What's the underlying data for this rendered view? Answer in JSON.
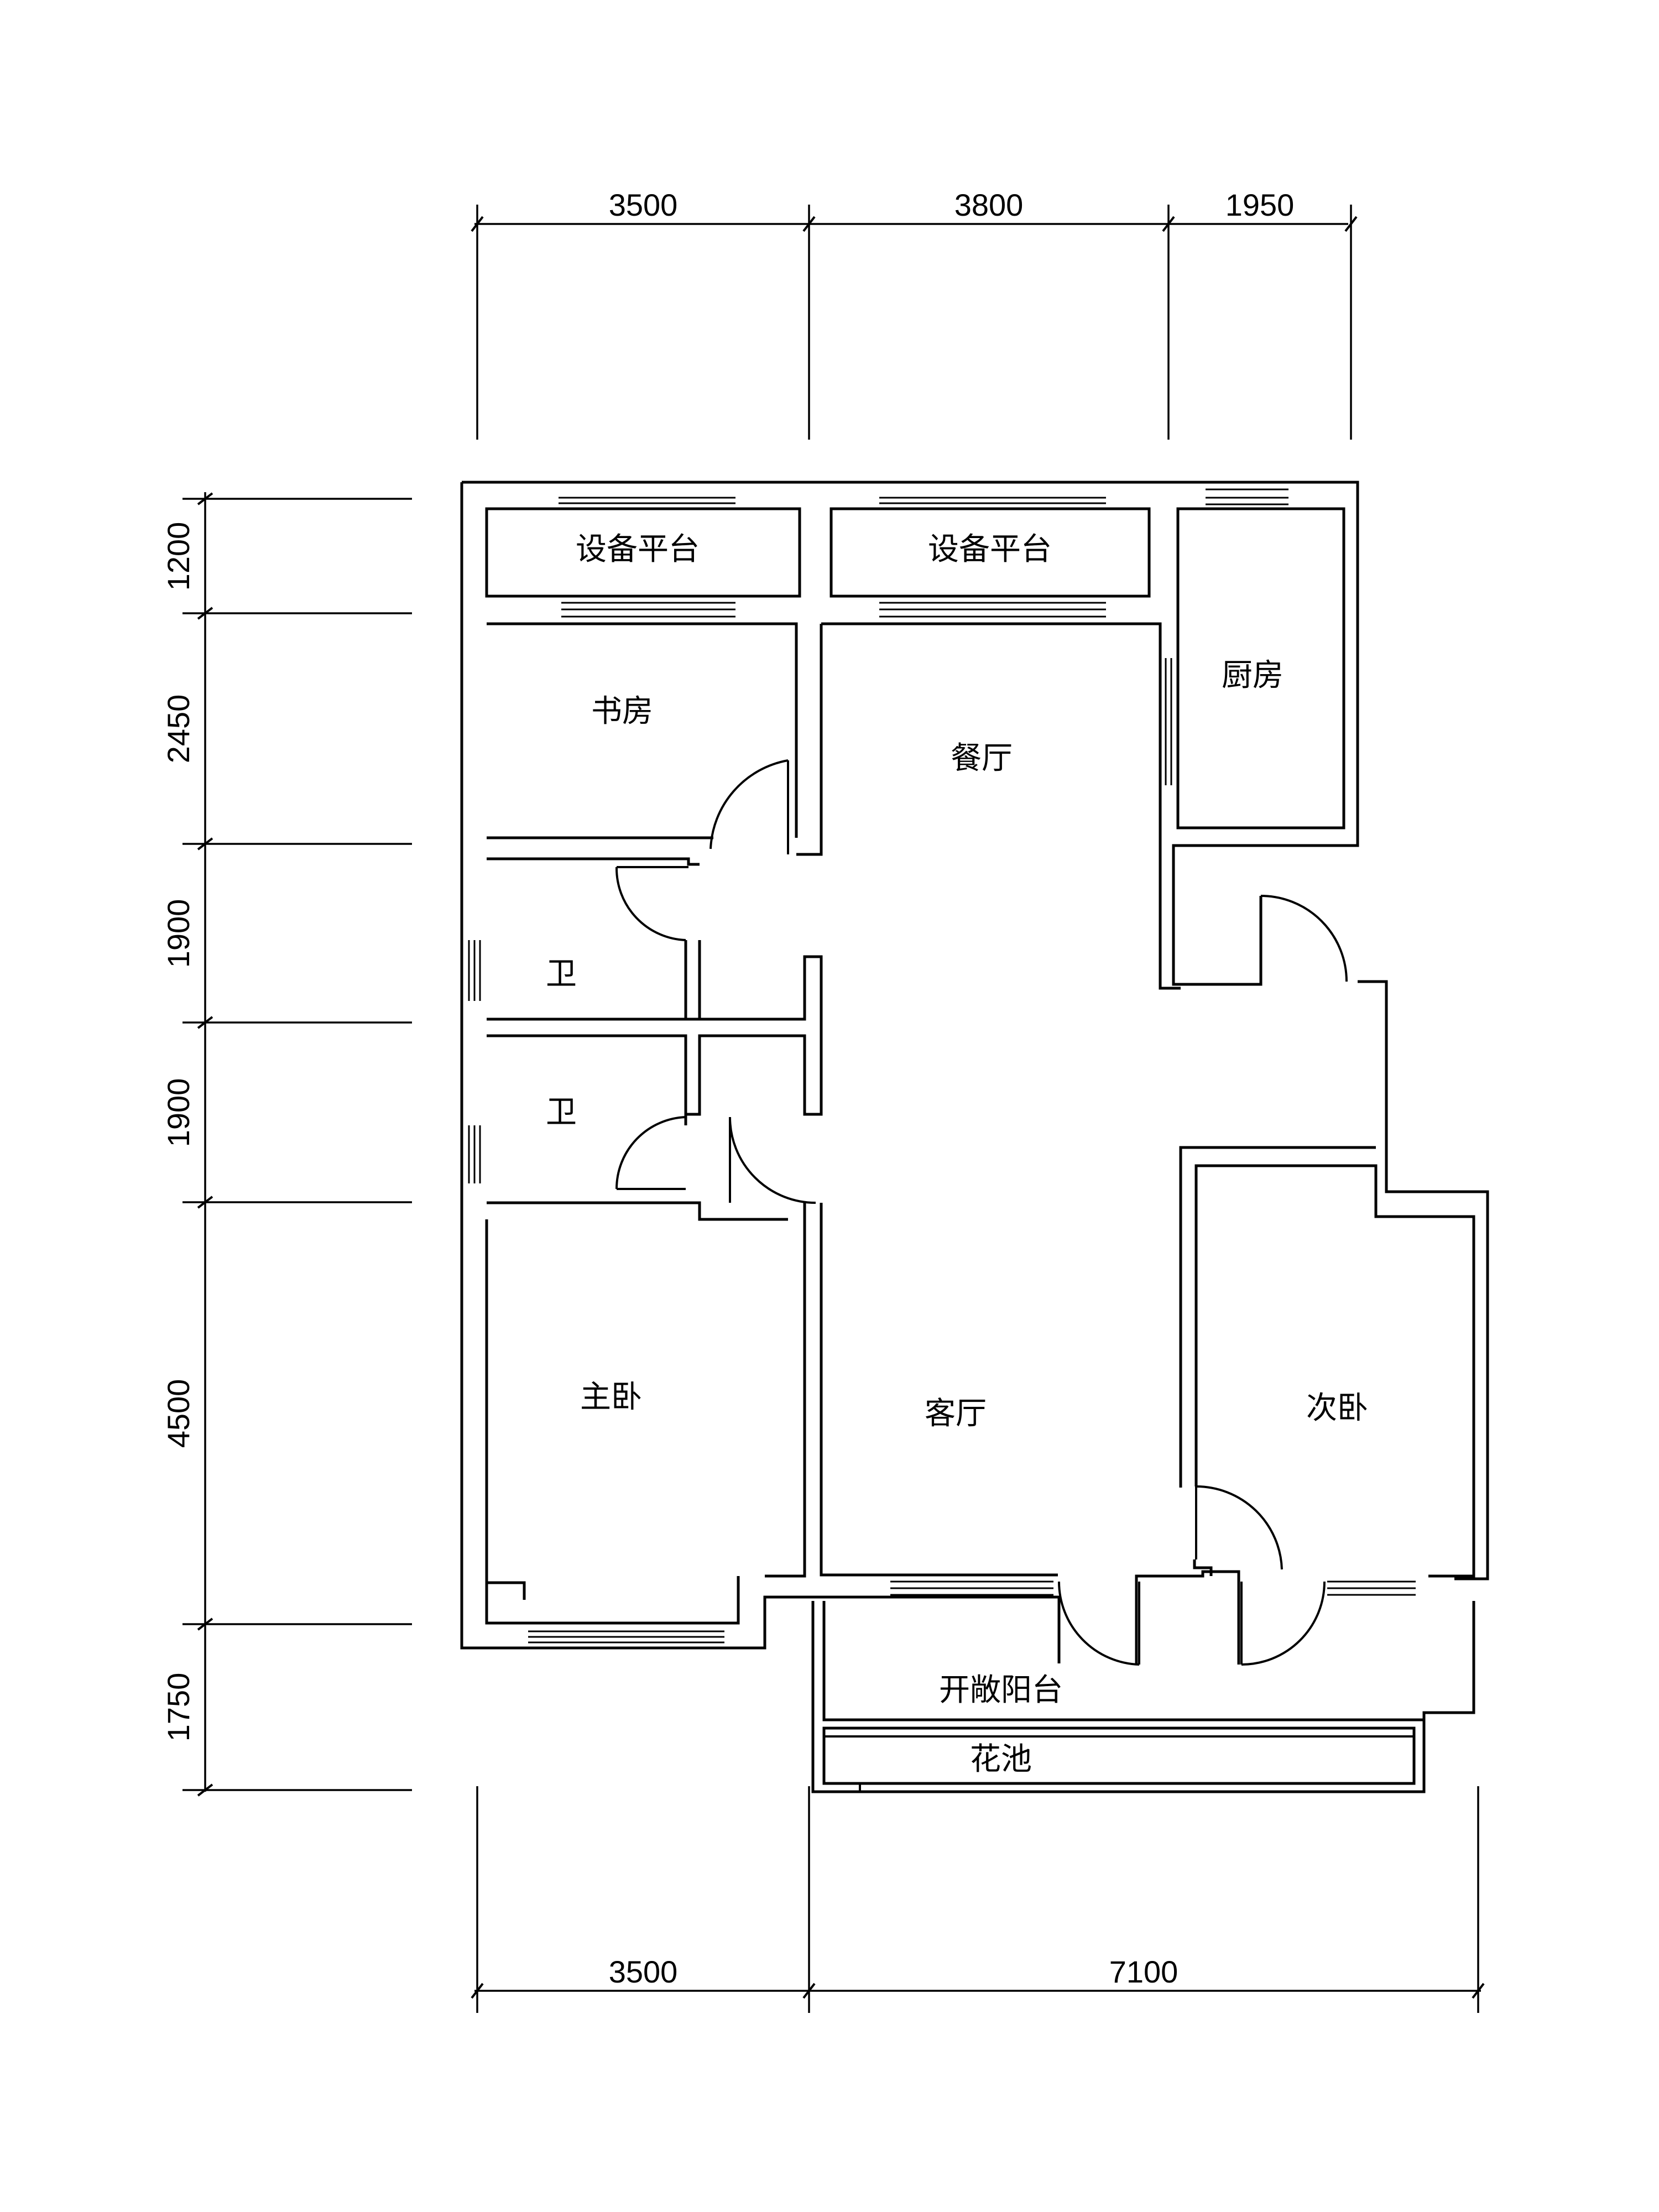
{
  "dimensions": {
    "top": [
      "3500",
      "3800",
      "1950"
    ],
    "bottom": [
      "3500",
      "7100"
    ],
    "left": [
      "1200",
      "2450",
      "1900",
      "1900",
      "4500",
      "1750"
    ]
  },
  "rooms": {
    "equipment_platform_1": "设备平台",
    "equipment_platform_2": "设备平台",
    "study": "书房",
    "dining": "餐厅",
    "kitchen": "厨房",
    "bathroom_1": "卫",
    "bathroom_2": "卫",
    "master_bedroom": "主卧",
    "living_room": "客厅",
    "second_bedroom": "次卧",
    "open_balcony": "开敞阳台",
    "flower_bed": "花池"
  }
}
